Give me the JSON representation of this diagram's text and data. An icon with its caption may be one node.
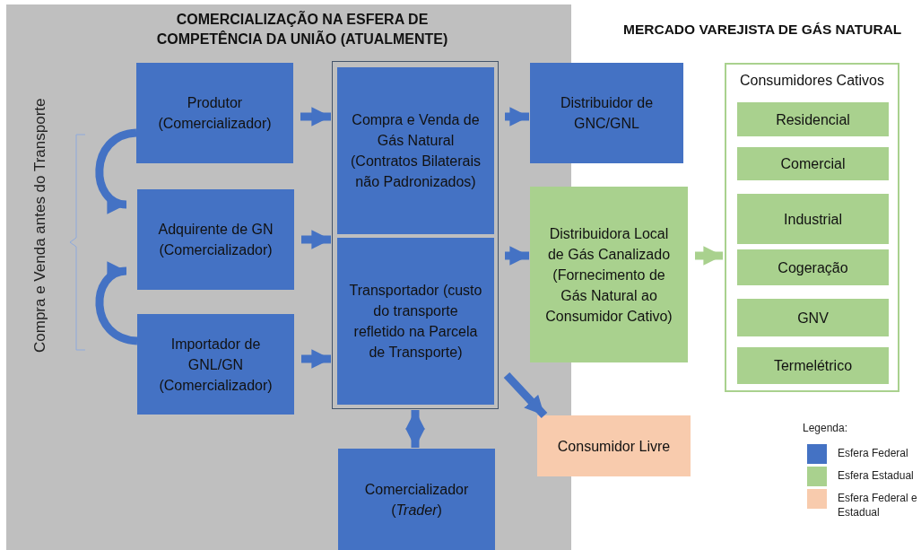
{
  "diagram": {
    "nodes": [
      {
        "text": [
          "COMERCIALIZAÇÃO NA ESFERA DE COMPETÊNCIA DA UNIÃO (ATUALMENTE)"
        ]
      },
      {
        "text": [
          "Produtor (Comercializador)"
        ],
        "in": 0
      },
      {
        "text": [
          "Adquirente de GN (Comercializador)"
        ],
        "in": 0
      },
      {
        "text": [
          "Importador de GNL/GN (Comercializador)"
        ],
        "in": 0
      },
      {
        "text": [],
        "shape": "box",
        "in": 0
      },
      {
        "text": [
          "Compra e Venda de Gás Natural (Contratos Bilaterais não Padronizados)"
        ],
        "in": 4
      },
      {
        "text": [
          "Transportador (custo do transporte refletido na Parcela de Transporte)"
        ],
        "in": 4
      },
      {
        "text": [
          "Comercializador (*Trader*)"
        ],
        "in": 0
      },
      {
        "text": [
          "Distribuidor de GNC/GNL"
        ]
      },
      {
        "text": [
          "Distribuidora Local de Gás Canalizado (Fornecimento de Gás Natural ao Consumidor Cativo)"
        ]
      },
      {
        "text": [
          "Consumidor Livre"
        ]
      },
      {
        "text": [
          "Consumidores Cativos"
        ]
      },
      {
        "text": [
          "Residencial"
        ],
        "in": 11
      },
      {
        "text": [
          "Comercial"
        ],
        "in": 11
      },
      {
        "text": [
          "Industrial"
        ],
        "in": 11
      },
      {
        "text": [
          "Cogeração"
        ],
        "in": 11
      },
      {
        "text": [
          "GNV"
        ],
        "in": 11
      },
      {
        "text": [
          "Termelétrico"
        ],
        "in": 11
      }
    ],
    "edges": [
      {
        "from": 1,
        "to": 2,
        "arrow": "to"
      },
      {
        "from": 3,
        "to": 2,
        "arrow": "to"
      },
      {
        "from": 1,
        "to": 4,
        "arrow": "to"
      },
      {
        "from": 2,
        "to": 4,
        "arrow": "to"
      },
      {
        "from": 3,
        "to": 4,
        "arrow": "to"
      },
      {
        "from": 5,
        "to": 8,
        "arrow": "to"
      },
      {
        "from": 6,
        "to": 9,
        "arrow": "to"
      },
      {
        "from": 6,
        "to": 10,
        "arrow": "to"
      },
      {
        "from": 4,
        "to": 7,
        "arrow": "both"
      },
      {
        "from": 9,
        "to": 11,
        "arrow": "to",
        "color": "#a9d18e"
      }
    ],
    "labels": [
      "MERCADO VAREJISTA DE GÁS NATURAL",
      "Compra e Venda antes do Transporte",
      "Legenda:"
    ],
    "legend": [
      {
        "text": "Esfera Federal",
        "color": "#4472c4"
      },
      {
        "text": "Esfera Estadual",
        "color": "#a9d18e"
      },
      {
        "text": "Esfera Federal e Estadual",
        "color": "#f8cbad"
      }
    ]
  }
}
